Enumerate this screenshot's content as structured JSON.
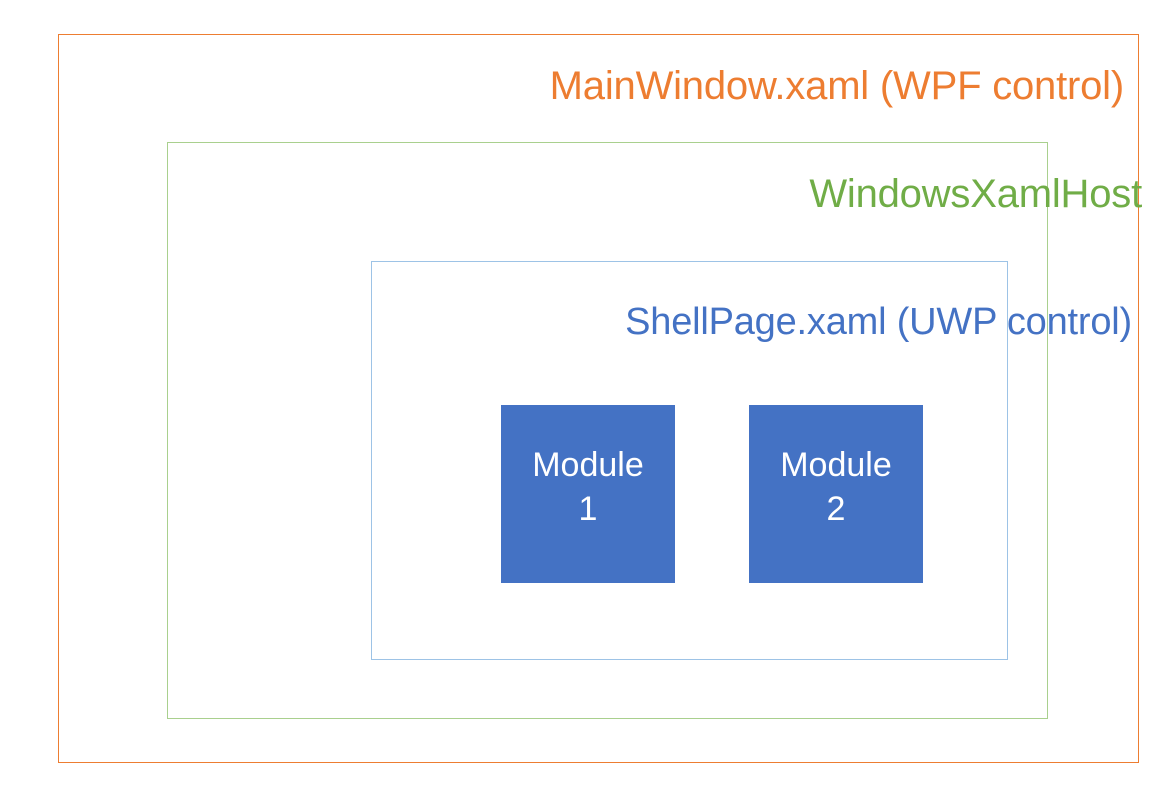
{
  "diagram": {
    "title": "MainWindow.xaml (WPF control)",
    "background_color": "#FFFFFF",
    "layers": [
      {
        "id": "wpf",
        "label": "MainWindow.xaml (WPF control)",
        "border_color": "#ED7D31",
        "text_color": "#ED7D31"
      },
      {
        "id": "xamlhost",
        "label": "WindowsXamlHost",
        "border_color": "#A9D08E",
        "text_color": "#70AD47"
      },
      {
        "id": "uwp",
        "label": "ShellPage.xaml (UWP control)",
        "border_color": "#9DC3E6",
        "text_color": "#4472C4"
      }
    ],
    "modules": [
      {
        "id": "module-1",
        "line1": "Module",
        "line2": "1",
        "fill_color": "#4472C4",
        "text_color": "#FFFFFF"
      },
      {
        "id": "module-2",
        "line1": "Module",
        "line2": "2",
        "fill_color": "#4472C4",
        "text_color": "#FFFFFF"
      }
    ]
  }
}
